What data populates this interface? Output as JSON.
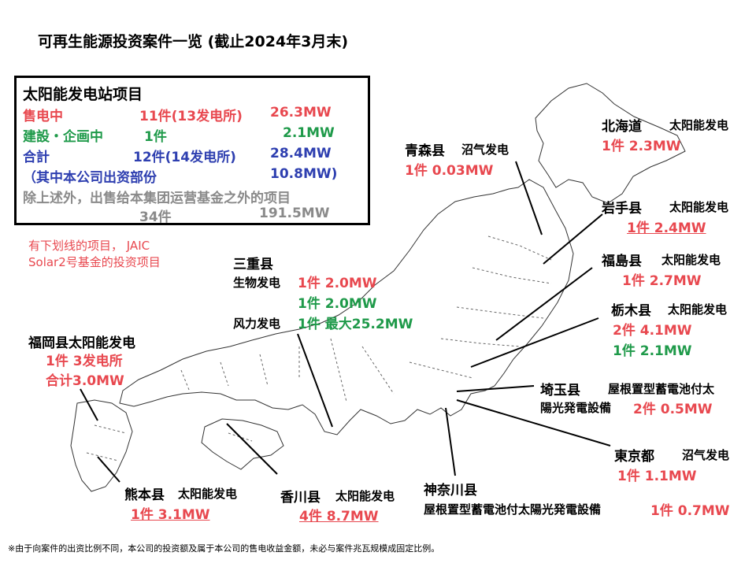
{
  "title": "可再生能源投资案件一览 (截止2024年3月末)",
  "summary": {
    "heading": "太阳能发电站项目",
    "rows": [
      {
        "label": "售电中",
        "count": "11件(13发电所)",
        "mw": "26.3MW",
        "color": "#e8484f"
      },
      {
        "label": "建設・企画中",
        "count": "1件",
        "mw": "2.1MW",
        "color": "#1f9a4a"
      },
      {
        "label": "合計",
        "count": "12件(14发电所)",
        "mw": "28.4MW",
        "color": "#2e3fb0"
      },
      {
        "label": "（其中本公司出资部份",
        "count": "",
        "mw": "10.8MW)",
        "color": "#2e3fb0"
      }
    ],
    "other_text": "除上述外，出售给本集团运营基金之外的项目",
    "other_count": "34件",
    "other_mw": "191.5MW"
  },
  "note": {
    "line1": "有下划线的项目， JAIC",
    "line2": "Solar2号基金的投资项目"
  },
  "projects": {
    "hokkaido": {
      "pref": "北海道",
      "kind": "太阳能发电",
      "value": "1件 2.3MW"
    },
    "aomori": {
      "pref": "青森县",
      "kind": "沼气发电",
      "value": "1件 0.03MW"
    },
    "iwate": {
      "pref": "岩手县",
      "kind": "太阳能发电",
      "value": "1件 2.4MW"
    },
    "fukushima": {
      "pref": "福島县",
      "kind": "太阳能发电",
      "value": "1件 2.7MW"
    },
    "tochigi": {
      "pref": "栃木县",
      "kind": "太阳能发电",
      "value1": "2件 4.1MW",
      "value2": "1件 2.1MW"
    },
    "saitama": {
      "pref": "埼玉县",
      "kind": "屋根置型蓄電池付太",
      "kind2": "陽光発電設備",
      "value": "2件 0.5MW"
    },
    "tokyo": {
      "pref": "東京都",
      "kind": "沼气发电",
      "value": "1件 1.1MW"
    },
    "kanagawa": {
      "pref": "神奈川县",
      "kind": "屋根置型蓄電池付太陽光発電設備",
      "value": "1件 0.7MW"
    },
    "mie": {
      "pref": "三重县",
      "bio_label": "生物发电",
      "bio_value1": "1件  2.0MW",
      "bio_value2": "1件  2.0MW",
      "wind_label": "风力发电",
      "wind_value": "1件 最大25.2MW"
    },
    "fukuoka": {
      "pref": "福岡县太阳能发电",
      "value1": "1件 3发电所",
      "value2": "合计3.0MW"
    },
    "kumamoto": {
      "pref": "熊本县",
      "kind": "太阳能发电",
      "value": "1件   3.1MW"
    },
    "kagawa": {
      "pref": "香川县",
      "kind": "太阳能发电",
      "value": "4件 8.7MW"
    }
  },
  "footnote": "※由于向案件的出资比例不同，本公司的投资额及属于本公司的售电收益金额，未必与案件兆瓦规模成固定比例。"
}
